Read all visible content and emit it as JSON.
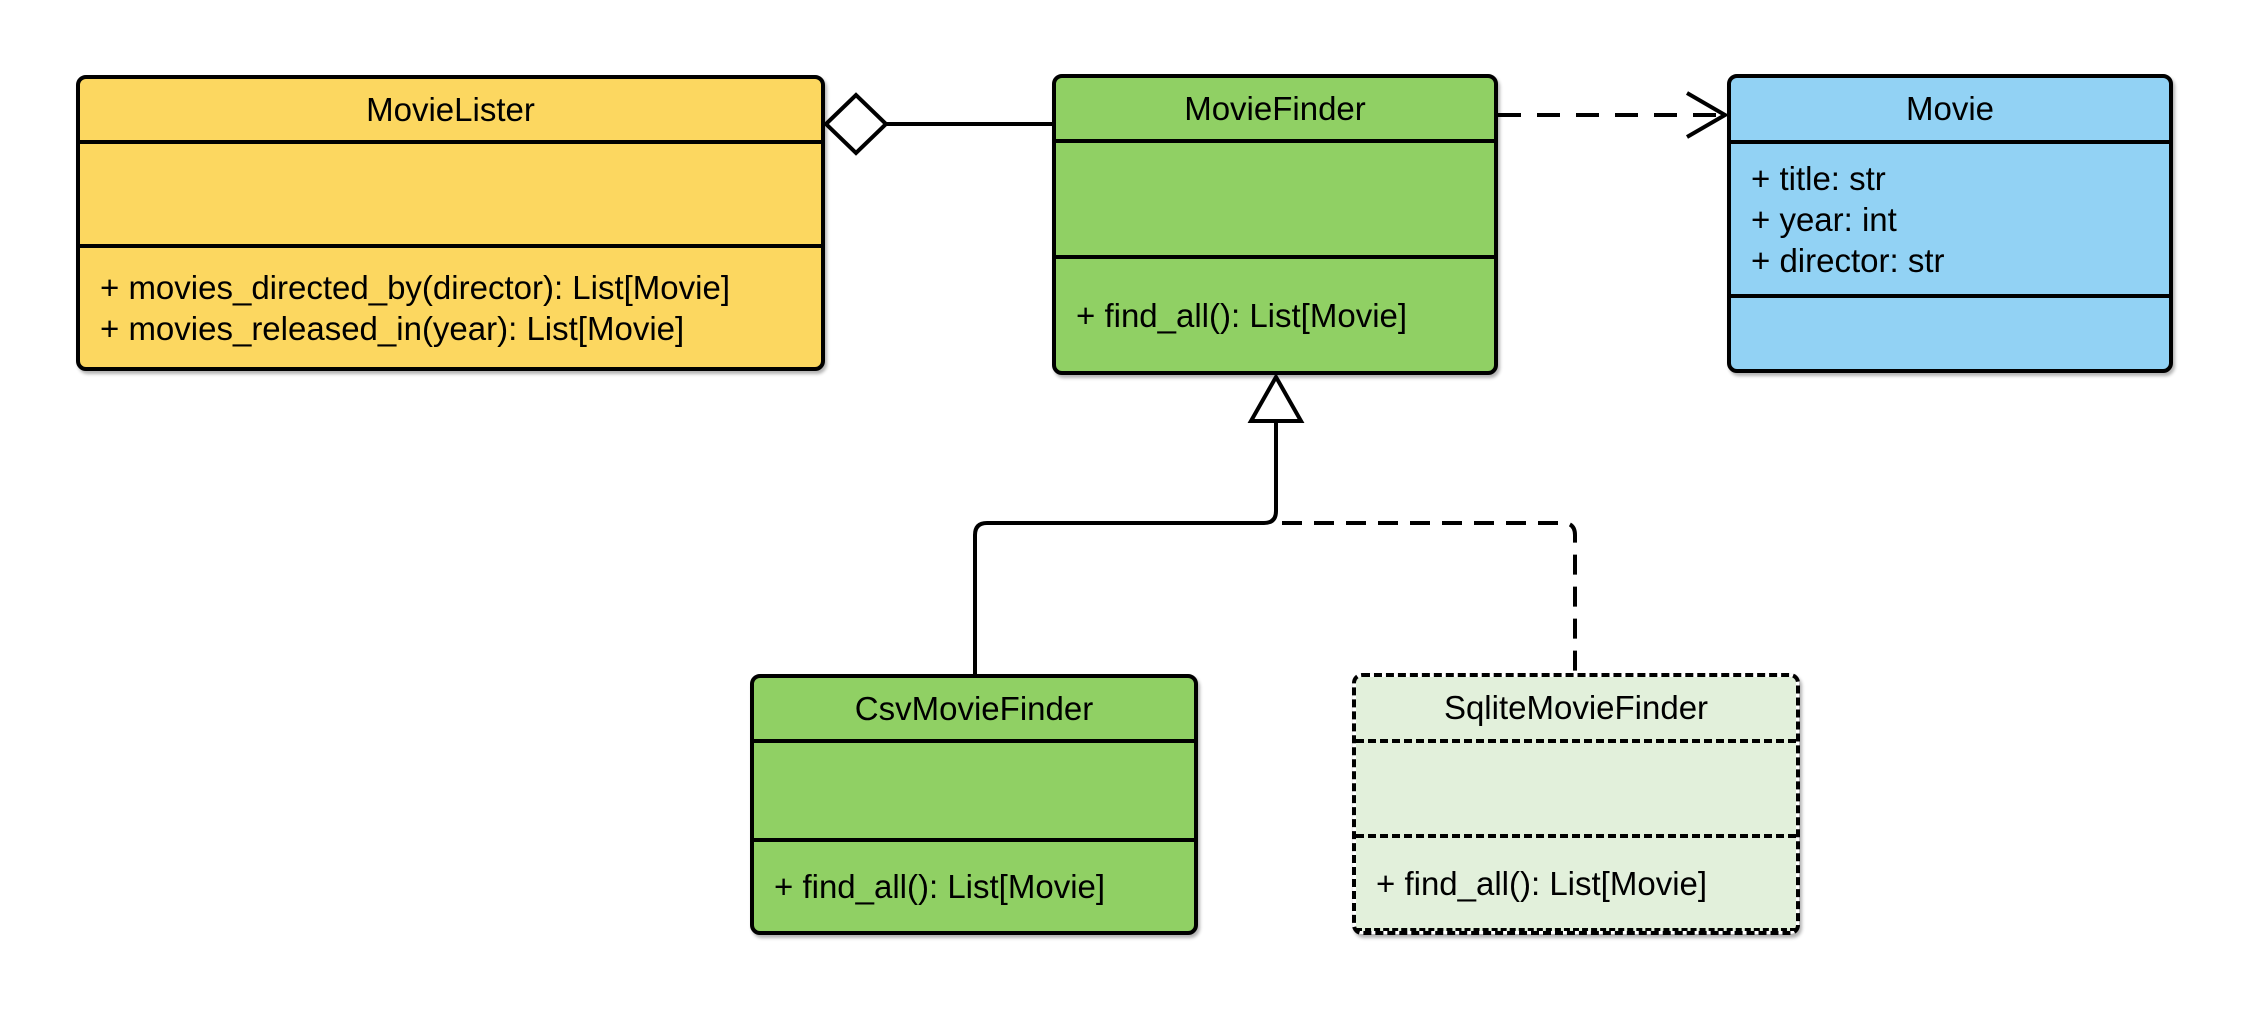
{
  "diagram": {
    "kind": "UML class diagram",
    "background": "#ffffff",
    "colors": {
      "movielister_fill": "#fcd760",
      "moviefinder_fill": "#90d064",
      "movie_fill": "#92d2f4",
      "sqlitemoviefinder_fill": "#e2f0db",
      "stroke": "#000000",
      "text": "#000000"
    }
  },
  "classes": {
    "movielister": {
      "name": "MovieLister",
      "attributes": [],
      "methods": [
        "+ movies_directed_by(director): List[Movie]",
        "+ movies_released_in(year): List[Movie]"
      ]
    },
    "moviefinder": {
      "name": "MovieFinder",
      "attributes": [],
      "methods": [
        "+ find_all(): List[Movie]"
      ]
    },
    "movie": {
      "name": "Movie",
      "attributes": [
        "+ title: str",
        "+ year: int",
        "+ director: str"
      ],
      "methods": []
    },
    "csvmoviefinder": {
      "name": "CsvMovieFinder",
      "attributes": [],
      "methods": [
        "+ find_all(): List[Movie]"
      ]
    },
    "sqlitemoviefinder": {
      "name": "SqliteMovieFinder",
      "attributes": [],
      "methods": [
        "+ find_all(): List[Movie]"
      ]
    }
  },
  "relationships": [
    {
      "type": "aggregation",
      "from": "MovieLister",
      "to": "MovieFinder",
      "line": "solid",
      "marker": "hollow-diamond"
    },
    {
      "type": "dependency",
      "from": "MovieFinder",
      "to": "Movie",
      "line": "dashed",
      "marker": "open-arrow"
    },
    {
      "type": "generalization",
      "from": "CsvMovieFinder",
      "to": "MovieFinder",
      "line": "solid",
      "marker": "hollow-triangle"
    },
    {
      "type": "generalization",
      "from": "SqliteMovieFinder",
      "to": "MovieFinder",
      "line": "dashed",
      "marker": "hollow-triangle"
    }
  ]
}
